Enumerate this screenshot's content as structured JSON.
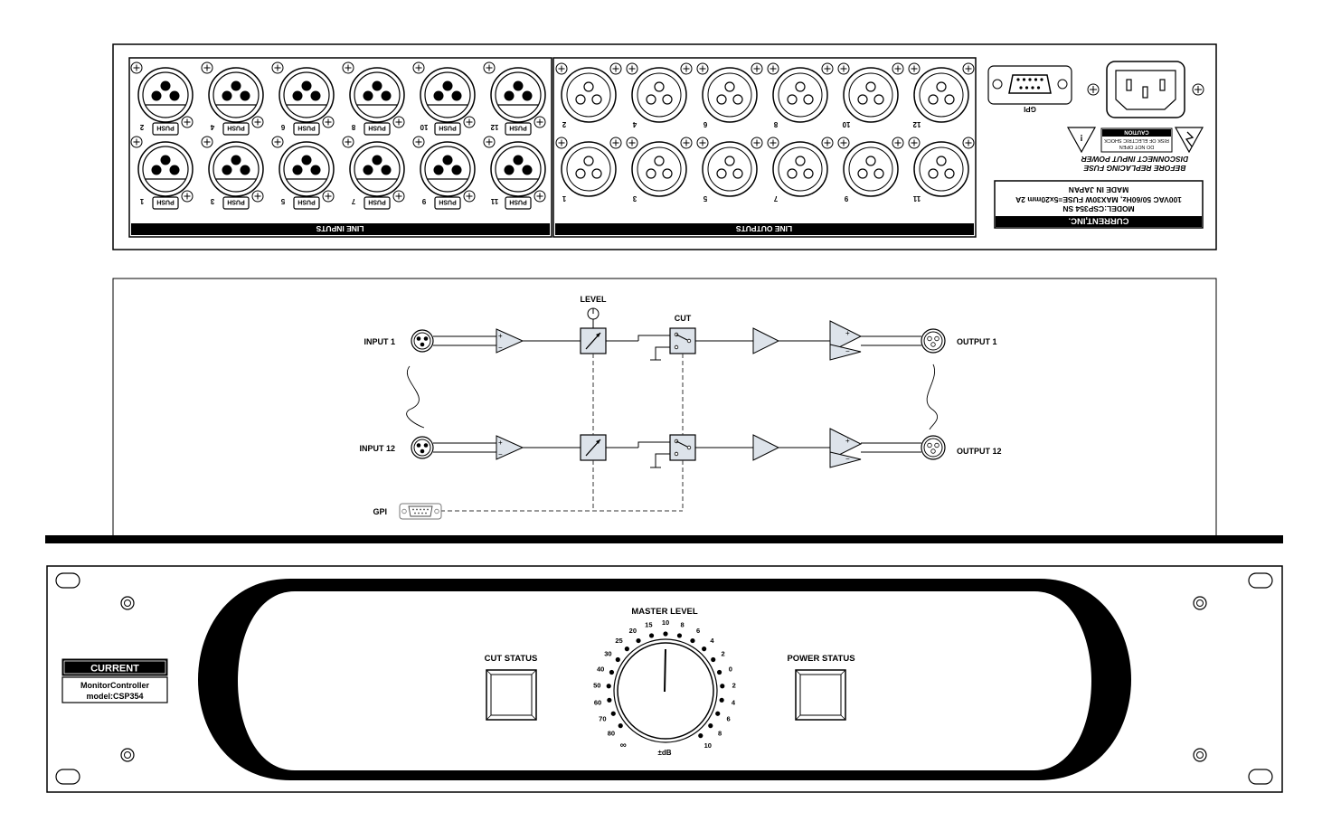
{
  "rear_panel": {
    "line_inputs_label": "LINE INPUTS",
    "line_outputs_label": "LINE OUTPUTS",
    "push_label": "PUSH",
    "top_row_numbers": [
      "2",
      "4",
      "6",
      "8",
      "10",
      "12"
    ],
    "bottom_row_numbers": [
      "1",
      "3",
      "5",
      "7",
      "9",
      "11"
    ],
    "gpi_label": "GPI",
    "caution_title": "CAUTION",
    "caution_line1": "RISK OF ELECTRIC SHOCK",
    "caution_line2": "DO NOT OPEN",
    "warning_line1": "DISCONNECT INPUT POWER",
    "warning_line2": "BEFORE REPLACING FUSE",
    "company": "CURRENT,INC.",
    "model_line": "MODEL:CSP354 SN",
    "power_line": "100VAC 50/60Hz, MAX30W FUSE=5x20mm 2A",
    "made_in": "MADE IN JAPAN"
  },
  "block_diagram": {
    "level_label": "LEVEL",
    "cut_label": "CUT",
    "input1_label": "INPUT 1",
    "input12_label": "INPUT 12",
    "output1_label": "OUTPUT 1",
    "output12_label": "OUTPUT 12",
    "gpi_label": "GPI",
    "plus": "+",
    "minus": "−"
  },
  "front_panel": {
    "brand": "CURRENT",
    "product_line1": "MonitorController",
    "product_line2": "model:CSP354",
    "cut_status_label": "CUT STATUS",
    "power_status_label": "POWER STATUS",
    "master_level_label": "MASTER LEVEL",
    "db_label": "±dB",
    "scale_labels": [
      "∞",
      "80",
      "70",
      "60",
      "50",
      "40",
      "30",
      "25",
      "20",
      "15",
      "10",
      "8",
      "6",
      "4",
      "2",
      "0",
      "2",
      "4",
      "6",
      "8",
      "10"
    ]
  }
}
